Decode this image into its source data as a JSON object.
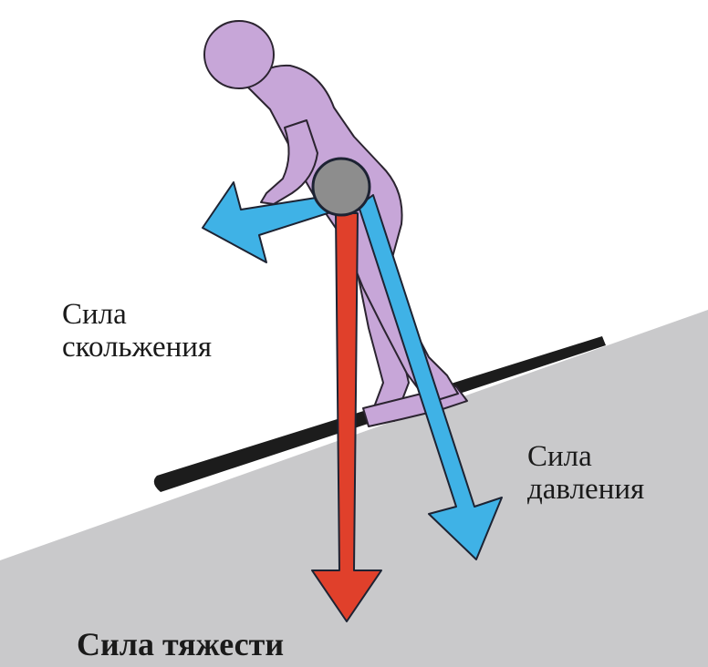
{
  "labels": {
    "sliding_force": [
      "Сила",
      "скольжения"
    ],
    "pressure_force": [
      "Сила",
      "давления"
    ],
    "gravity_force": "Сила тяжести"
  },
  "colors": {
    "background": "#ffffff",
    "slope": "#c9c9cb",
    "skier": "#c7a6d8",
    "skier_outline": "#2b2430",
    "ski": "#1c1c1c",
    "center_of_mass": "#8d8d8d",
    "gravity_arrow": "#e0402b",
    "component_arrows": "#3fb2e6",
    "arrow_outline": "#1d2333"
  },
  "icons": {
    "skier": "skier-figure",
    "center_of_mass": "center-of-mass-circle"
  }
}
